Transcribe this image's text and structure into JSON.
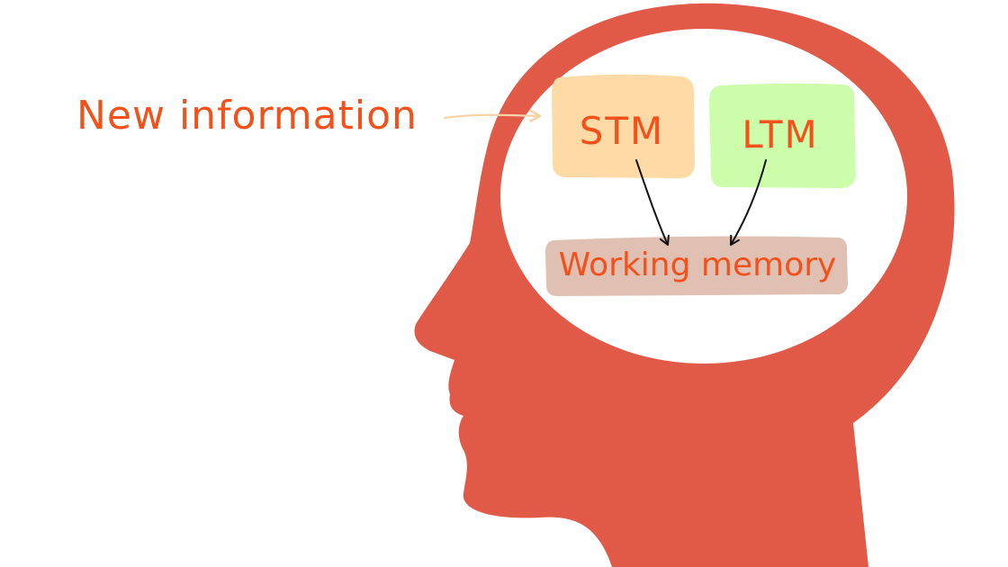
{
  "labels": {
    "new_information": "New information",
    "stm": "STM",
    "ltm": "LTM",
    "working_memory": "Working memory"
  },
  "colors": {
    "head": "#e15a47",
    "bubble": "#ffffff",
    "stm_box": "#fddaa6",
    "ltm_box": "#ccfdab",
    "working_memory_box": "#dfc0b2",
    "text": "#f5501a",
    "input_arrow": "#f7d2a6",
    "arrows": "#111111"
  },
  "icons": {
    "head": "human-head-silhouette",
    "connector": "hand-drawn-arrow"
  }
}
